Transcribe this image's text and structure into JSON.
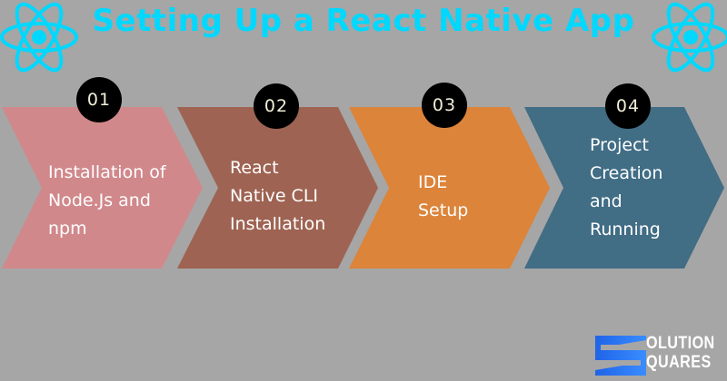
{
  "header": {
    "title": "Setting Up a React Native App",
    "icons": [
      "react-logo-icon",
      "react-logo-icon"
    ],
    "accent_color": "#00d8ff"
  },
  "steps": [
    {
      "number": "01",
      "label": "Installation of\nNode.Js and\nnpm",
      "color": "#d1888b"
    },
    {
      "number": "02",
      "label": "React\nNative CLI\nInstallation",
      "color": "#9e6352"
    },
    {
      "number": "03",
      "label": "IDE\nSetup",
      "color": "#dc843a"
    },
    {
      "number": "04",
      "label": "Project\nCreation\nand\nRunning",
      "color": "#416d85"
    }
  ],
  "brand": {
    "line1": "OLUTION",
    "line2": "QUARES",
    "icon": "solution-squares-s-logo-icon"
  },
  "background_color": "#a6a6a6"
}
